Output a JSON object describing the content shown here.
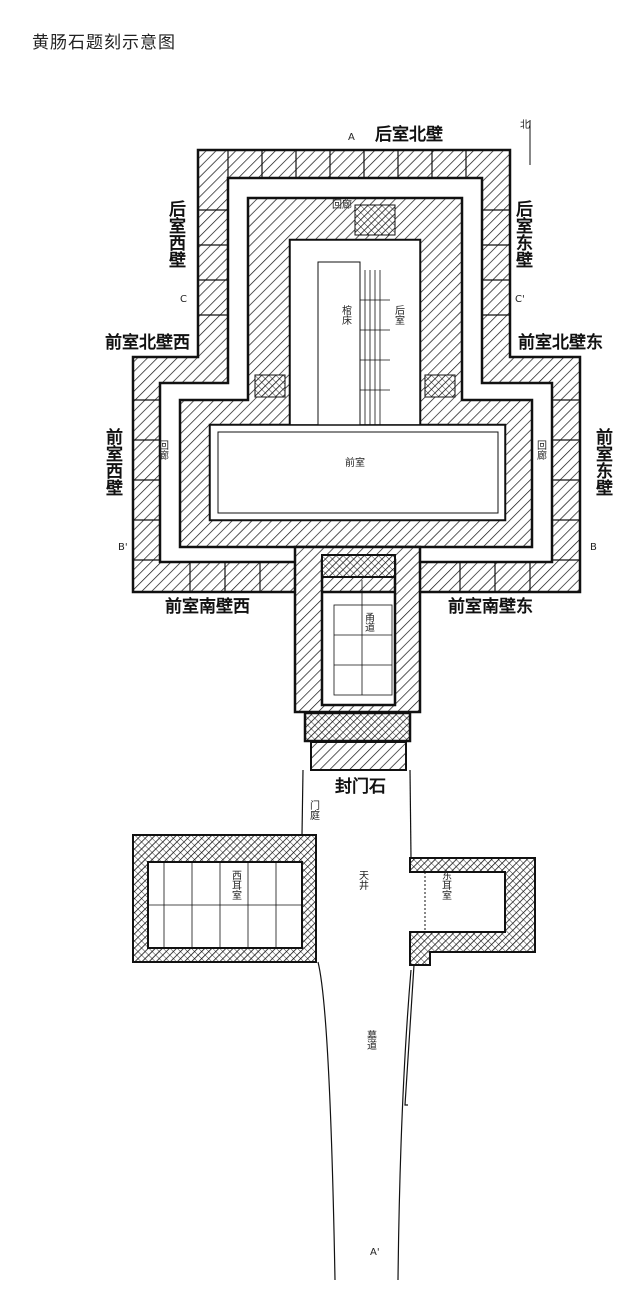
{
  "title": "黄肠石题刻示意图",
  "walls": {
    "rear_north": "后室北壁",
    "rear_west": "后室西壁",
    "rear_east": "后室东壁",
    "front_north_west": "前室北壁西",
    "front_north_east": "前室北壁东",
    "front_west": "前室西壁",
    "front_east": "前室东壁",
    "front_south_west": "前室南壁西",
    "front_south_east": "前室南壁东",
    "sealing_stone": "封门石"
  },
  "rooms": {
    "corridor": "回廊",
    "coffin_bed": "棺床",
    "rear_chamber": "后室",
    "front_chamber": "前室",
    "passage": "甬道",
    "gate_court": "门庭",
    "west_ear": "西耳室",
    "east_ear": "东耳室",
    "courtyard": "天井",
    "tomb_path": "墓道"
  },
  "markers": {
    "north": "北",
    "a": "A",
    "a_prime": "A'",
    "b": "B",
    "b_prime": "B'",
    "c": "C",
    "c_prime": "C'"
  }
}
